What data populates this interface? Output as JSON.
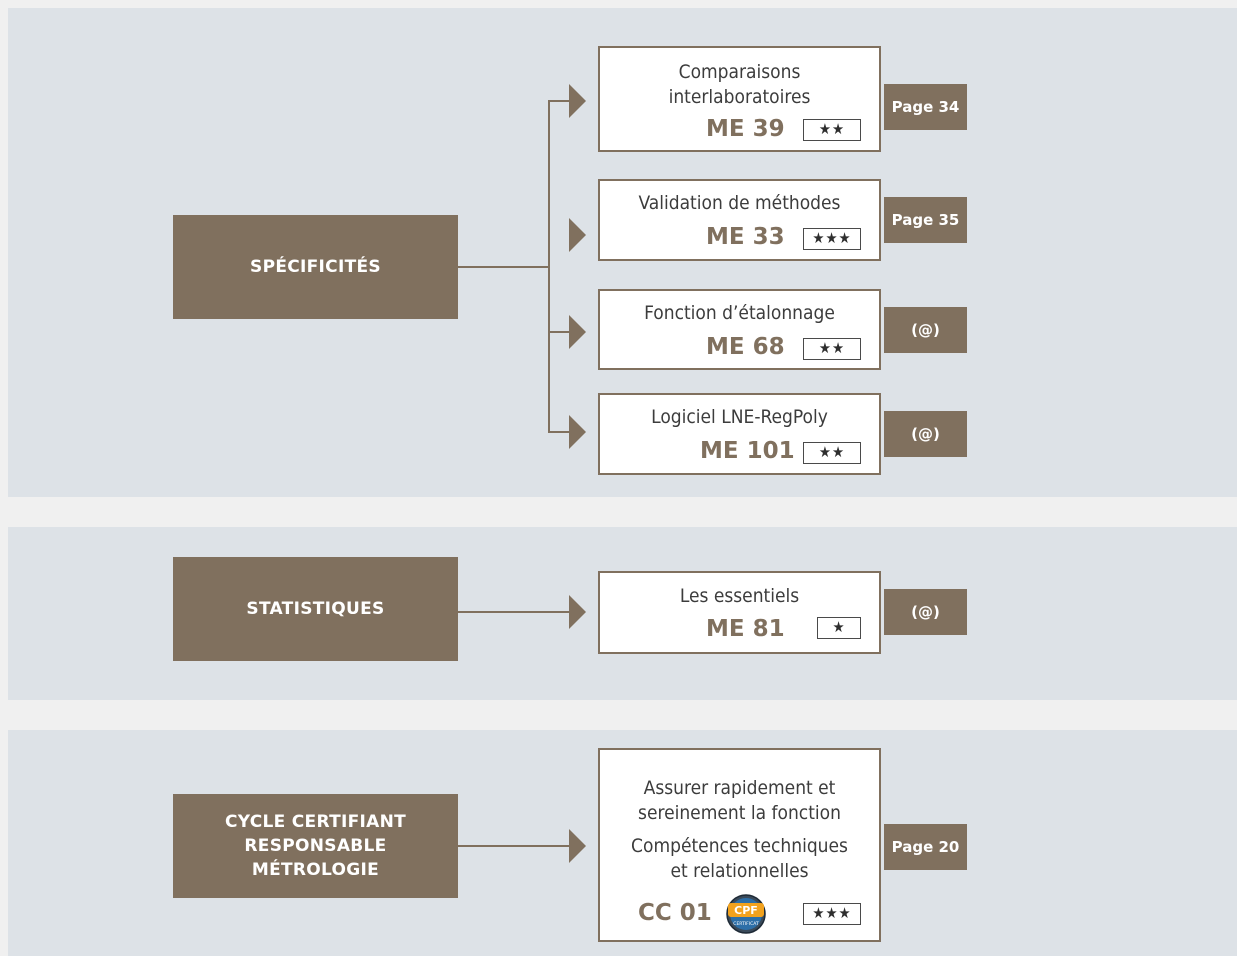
{
  "sections": [
    {
      "category": "SPÉCIFICITÉS",
      "items": [
        {
          "title": "Comparaisons\ninterlaboratoires",
          "code": "ME 39",
          "stars": "★★",
          "tag": "Page 34"
        },
        {
          "title": "Validation de méthodes",
          "code": "ME 33",
          "stars": "★★★",
          "tag": "Page 35"
        },
        {
          "title": "Fonction d’étalonnage",
          "code": "ME 68",
          "stars": "★★",
          "tag": "(@)"
        },
        {
          "title": "Logiciel LNE-RegPoly",
          "code": "ME 101",
          "stars": "★★",
          "tag": "(@)"
        }
      ]
    },
    {
      "category": "STATISTIQUES",
      "items": [
        {
          "title": "Les essentiels",
          "code": "ME 81",
          "stars": "★",
          "tag": "(@)"
        }
      ]
    },
    {
      "category": "CYCLE CERTIFIANT\nRESPONSABLE\nMÉTROLOGIE",
      "items": [
        {
          "title": "Assurer rapidement et\nsereinement la fonction",
          "subtitle": "Compétences techniques\net relationnelles",
          "code": "CC 01",
          "badge_text": "CPF",
          "badge_subtext": "CERTIFICAT",
          "stars": "★★★",
          "tag": "Page 20"
        }
      ]
    }
  ],
  "colors": {
    "brand": "#80705e",
    "panel": "#dde2e7",
    "background": "#f0f0f0"
  }
}
